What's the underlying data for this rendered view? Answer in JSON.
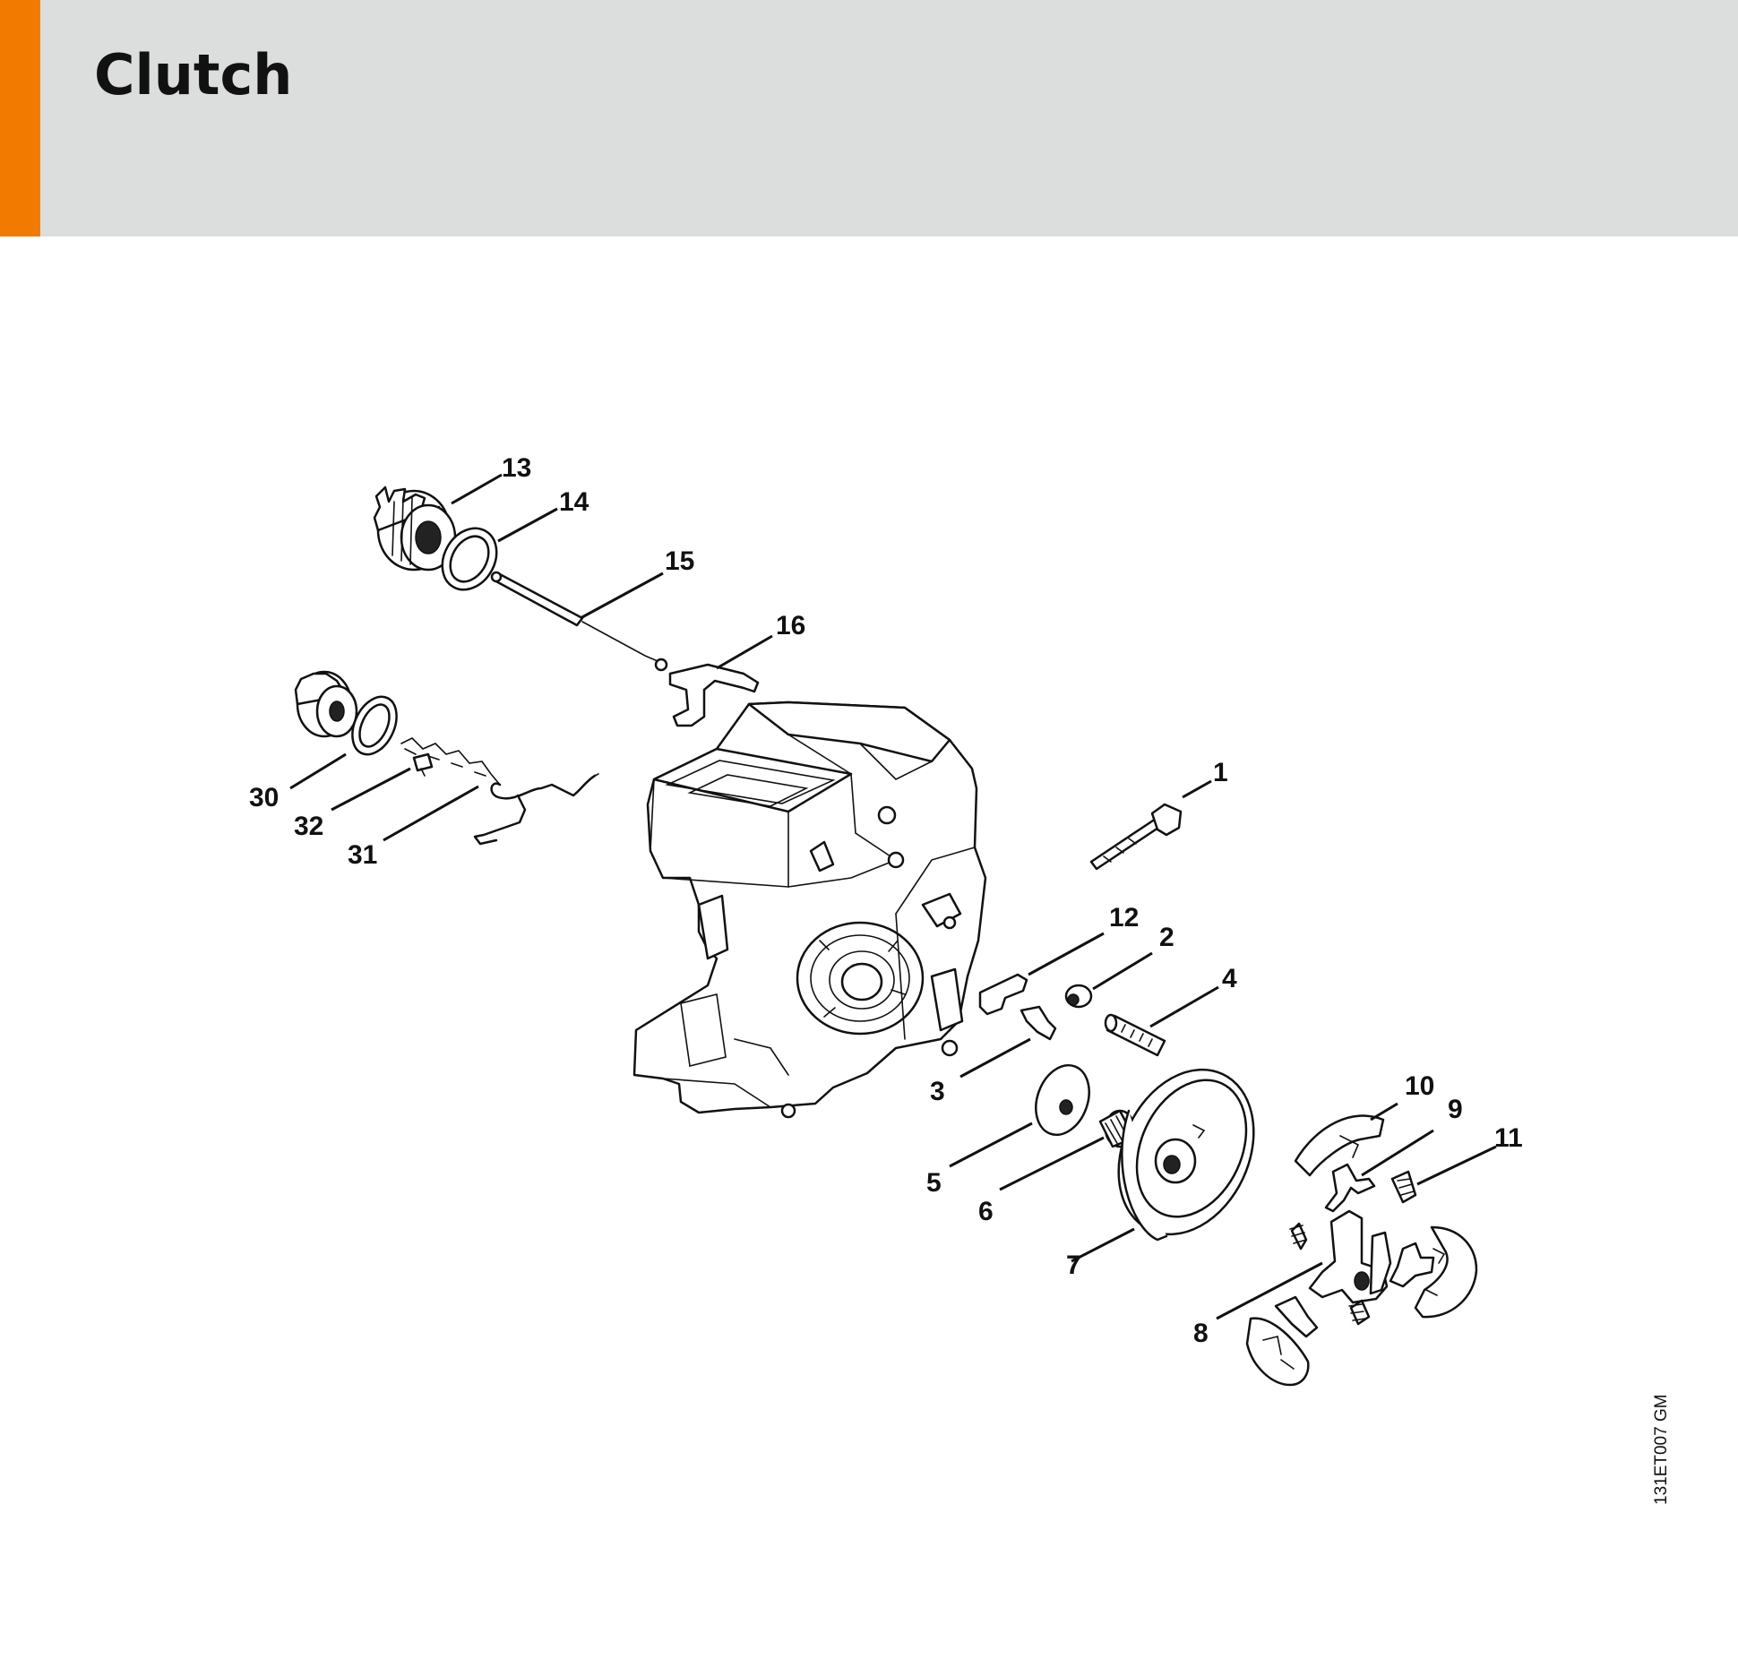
{
  "header": {
    "title": "Clutch",
    "accent_color": "#f37a00",
    "background_color": "#dcdddd"
  },
  "diagram": {
    "callouts": {
      "c1": "1",
      "c2": "2",
      "c3": "3",
      "c4": "4",
      "c5": "5",
      "c6": "6",
      "c7": "7",
      "c8": "8",
      "c9": "9",
      "c10": "10",
      "c11": "11",
      "c12": "12",
      "c13": "13",
      "c14": "14",
      "c15": "15",
      "c16": "16",
      "c30": "30",
      "c31": "31",
      "c32": "32"
    },
    "drawing_code": "131ET007 GM"
  }
}
